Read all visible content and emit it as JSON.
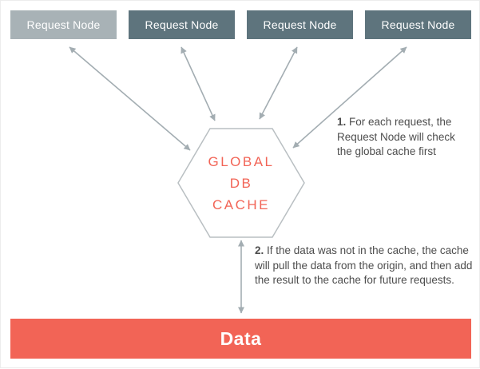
{
  "nodes": [
    {
      "label": "Request Node",
      "variant": "light"
    },
    {
      "label": "Request Node",
      "variant": "dark"
    },
    {
      "label": "Request Node",
      "variant": "dark"
    },
    {
      "label": "Request Node",
      "variant": "dark"
    }
  ],
  "cache": {
    "line1": "GLOBAL",
    "line2": "DB",
    "line3": "CACHE"
  },
  "annotations": [
    {
      "num": "1.",
      "text": "For each request, the Request Node will check the global cache first"
    },
    {
      "num": "2.",
      "text": "If the data was not in the cache, the cache will pull the data from the origin, and then add the result to the cache for future requests."
    }
  ],
  "data_bar": {
    "label": "Data"
  },
  "colors": {
    "accent": "#f26456",
    "node-light": "#a8b2b6",
    "node-dark": "#5e747d",
    "arrow": "#a3adb2",
    "hex-stroke": "#b9bfc2",
    "text": "#4d4d4d"
  }
}
